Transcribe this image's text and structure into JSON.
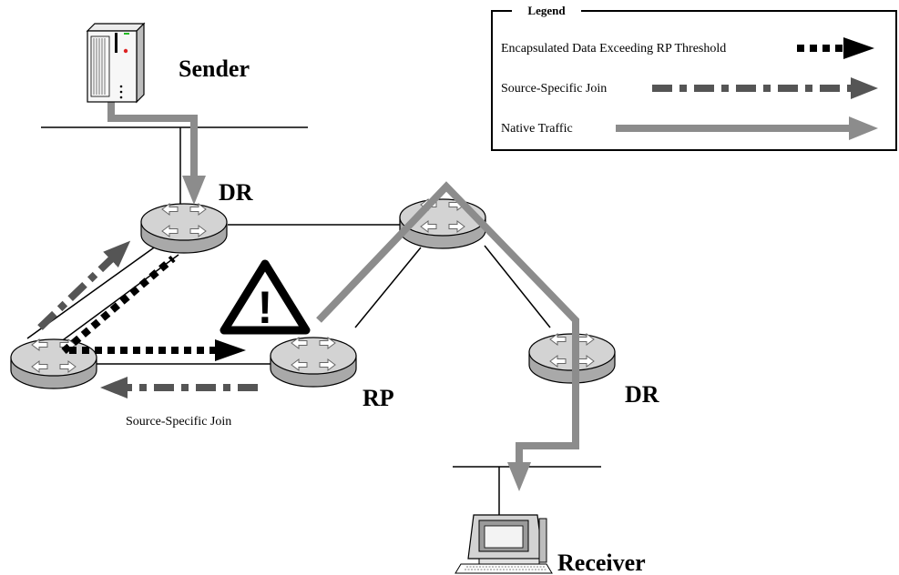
{
  "labels": {
    "sender": "Sender",
    "dr_top": "DR",
    "rp": "RP",
    "dr_right": "DR",
    "receiver": "Receiver",
    "source_specific_join": "Source-Specific Join",
    "warning_symbol": "!"
  },
  "legend": {
    "title": "Legend",
    "items": [
      {
        "label": "Encapsulated Data Exceeding RP Threshold",
        "style": "dotted",
        "color": "#000000"
      },
      {
        "label": "Source-Specific Join",
        "style": "dash-dot",
        "color": "#555555"
      },
      {
        "label": "Native Traffic",
        "style": "solid",
        "color": "#8c8c8c"
      }
    ]
  },
  "colors": {
    "encapsulated": "#000000",
    "join": "#555555",
    "native": "#8c8c8c",
    "router_top": "#d3d3d3",
    "router_side": "#a9a9a9"
  }
}
